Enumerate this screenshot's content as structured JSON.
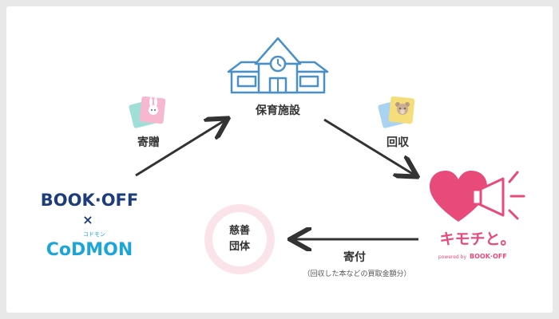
{
  "nodes": {
    "nursery": {
      "label": "保育施設"
    },
    "kimochi": {
      "name": "キモチと。",
      "powered_by": "powered by",
      "brand": "BOOK·OFF"
    },
    "charity": {
      "line1": "慈善",
      "line2": "団体"
    },
    "bookoff": {
      "name": "BOOK·OFF",
      "times": "×",
      "codmon": "CoDMON",
      "codmon_kana": "コドモン"
    }
  },
  "edges": {
    "donate": {
      "label": "寄贈"
    },
    "collect": {
      "label": "回収"
    },
    "give": {
      "label": "寄付",
      "note": "（回収した本などの買取金額分）"
    }
  },
  "colors": {
    "arrow": "#333333",
    "nursery_blue": "#4a90c8",
    "kimochi_pink": "#e84a7a",
    "charity_ring": "#fbe3ea",
    "bookoff_navy": "#1d3c7a",
    "codmon_blue": "#1aa6d9"
  }
}
